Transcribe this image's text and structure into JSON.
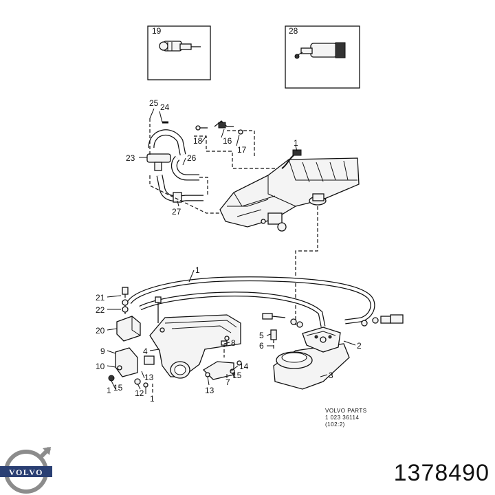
{
  "callouts": {
    "c19": "19",
    "c28": "28",
    "c25": "25",
    "c24": "24",
    "c23": "23",
    "c18": "18",
    "c16": "16",
    "c17": "17",
    "c1a": "1",
    "c26": "26",
    "c27": "27",
    "c1b": "1",
    "c21": "21",
    "c22": "22",
    "c20": "20",
    "c9": "9",
    "c10": "10",
    "c4": "4",
    "c8": "8",
    "c5": "5",
    "c6": "6",
    "c2": "2",
    "c3": "3",
    "c14": "14",
    "c15a": "15",
    "c7": "7",
    "c13a": "13",
    "c13b": "13",
    "c1c": "1",
    "c15b": "15",
    "c12": "12",
    "c1d": "1"
  },
  "reference": {
    "line1": "VOLVO  PARTS",
    "line2": "1  023  36114",
    "line3": "(102:2)"
  },
  "brand": {
    "logo_text": "VOLVO"
  },
  "part_number": "1378490"
}
